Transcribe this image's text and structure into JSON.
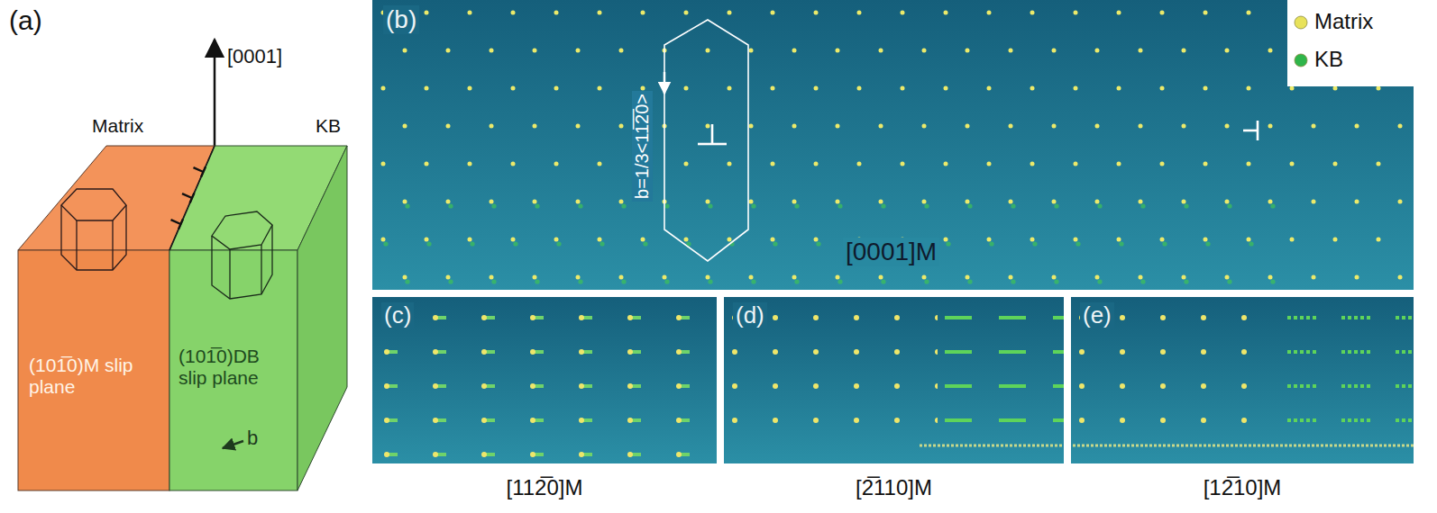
{
  "diagram": {
    "nodes": [
      {
        "text": [
          "(101̅0)M slip plane"
        ]
      },
      {
        "text": [
          "(101̅0)DB slip plane",
          "b"
        ]
      },
      {
        "text": [
          "(b)",
          "b=1/3<11̅2̅0>",
          "[0001]M"
        ]
      },
      {
        "text": [
          "(c)",
          "[112̅0]M"
        ]
      },
      {
        "text": [
          "(d)",
          "[2̅110]M"
        ]
      },
      {
        "text": [
          "(e)",
          "[12̅10]M"
        ]
      }
    ],
    "labels": [
      "(a)",
      "[0001]",
      "Matrix",
      "KB"
    ],
    "legend": [
      {
        "text": "Matrix",
        "color": "#e8e25a"
      },
      {
        "text": "KB",
        "color": "#2fb54a"
      }
    ]
  }
}
